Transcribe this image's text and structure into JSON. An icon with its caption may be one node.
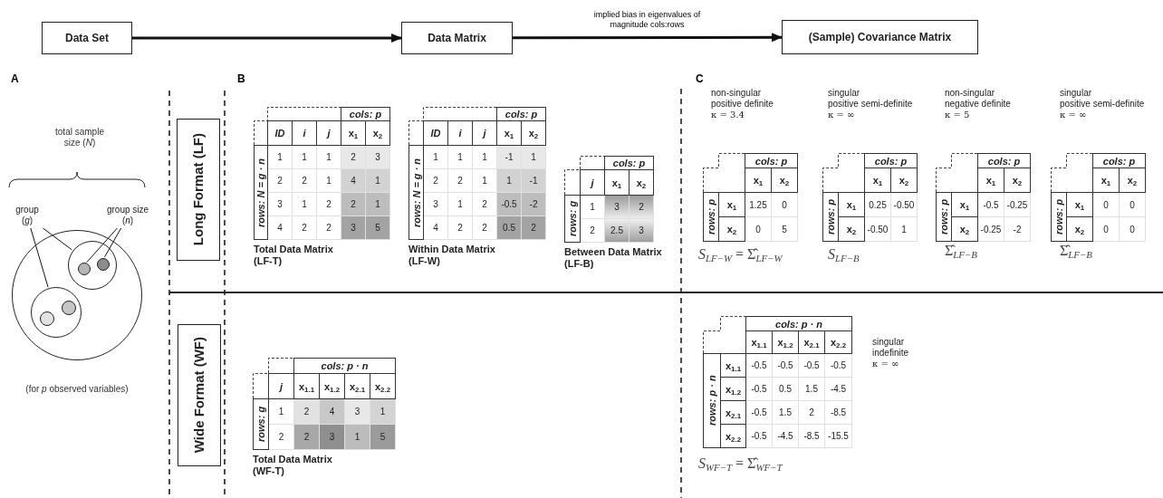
{
  "diagram": {
    "nodes": [
      {
        "text": [
          "Data Set"
        ]
      },
      {
        "text": [
          "Data Matrix"
        ]
      },
      {
        "text": [
          "(Sample) Covariance Matrix"
        ]
      },
      {
        "text": [
          "group (*g*)"
        ]
      },
      {
        "text": [
          "group size (*n*)"
        ]
      },
      {
        "text": [],
        "shape": "circle"
      },
      {
        "text": [],
        "shape": "circle",
        "in": 5
      },
      {
        "text": [],
        "shape": "circle",
        "in": 6
      },
      {
        "text": [],
        "shape": "circle",
        "in": 6
      },
      {
        "text": [],
        "shape": "circle",
        "in": 5
      },
      {
        "text": [],
        "shape": "circle",
        "in": 9
      },
      {
        "text": [],
        "shape": "circle",
        "in": 9
      },
      {
        "text": [
          "Long Format (LF)"
        ]
      },
      {
        "text": [
          "Wide Format (WF)"
        ]
      }
    ],
    "edges": [
      {
        "from": 0,
        "to": 1,
        "arrow": "to",
        "style": "thick"
      },
      {
        "from": 1,
        "to": 2,
        "arrow": "to",
        "style": "thick",
        "label": "implied bias in eigenvalues of magnitude cols:rows"
      },
      {
        "from": 3,
        "to": 6,
        "arrow": "none"
      },
      {
        "from": 3,
        "to": 9,
        "arrow": "none"
      },
      {
        "from": 4,
        "to": 7,
        "arrow": "none"
      },
      {
        "from": 4,
        "to": 8,
        "arrow": "none"
      }
    ],
    "labels": [
      "A",
      "total sample size (*N*)",
      "(for *p* observed variables)",
      "B",
      "cols: p",
      "ID",
      "i",
      "j",
      "x$_{1}$",
      "x$_{2}$",
      "rows: N = g · n",
      "1",
      "1",
      "1",
      "2",
      "3",
      "2",
      "2",
      "1",
      "4",
      "1",
      "3",
      "1",
      "2",
      "2",
      "1",
      "4",
      "2",
      "2",
      "3",
      "5",
      "Total Data Matrix (LF-T)",
      "cols: p",
      "ID",
      "i",
      "j",
      "x$_{1}$",
      "x$_{2}$",
      "rows: N = g · n",
      "1",
      "1",
      "1",
      "-1",
      "1",
      "2",
      "2",
      "1",
      "1",
      "-1",
      "3",
      "1",
      "2",
      "-0.5",
      "-2",
      "4",
      "2",
      "2",
      "0.5",
      "2",
      "Within Data Matrix (LF-W)",
      "cols: p",
      "j",
      "x$_{1}$",
      "x$_{2}$",
      "rows: g",
      "1",
      "3",
      "2",
      "2",
      "2.5",
      "3",
      "Between Data Matrix (LF-B)",
      "C",
      "non-singular",
      "positive definite",
      "κ = 3.4",
      "cols: p",
      "x$_{1}$",
      "x$_{2}$",
      "rows: p",
      "x$_{1}$",
      "1.25",
      "0",
      "x$_{2}$",
      "0",
      "5",
      "*S*$_{LF−W}$ = Σ̂$_{LF−W}$",
      "singular",
      "positive semi-definite",
      "κ = ∞",
      "cols: p",
      "x$_{1}$",
      "x$_{2}$",
      "rows: p",
      "x$_{1}$",
      "0.25",
      "-0.50",
      "x$_{2}$",
      "-0.50",
      "1",
      "*S*$_{LF−B}$",
      "non-singular",
      "negative definite",
      "κ = 5",
      "cols: p",
      "x$_{1}$",
      "x$_{2}$",
      "rows: p",
      "x$_{1}$",
      "-0.5",
      "-0.25",
      "x$_{2}$",
      "-0.25",
      "-2",
      "Σ̂$_{LF−B}$",
      "singular",
      "positive semi-definite",
      "κ = ∞",
      "cols: p",
      "x$_{1}$",
      "x$_{2}$",
      "rows: p",
      "x$_{1}$",
      "0",
      "0",
      "x$_{2}$",
      "0",
      "0",
      "Σ̂$_{LF−B}$",
      "cols: p · n",
      "j",
      "x$_{1.1}$",
      "x$_{1.2}$",
      "x$_{2.1}$",
      "x$_{2.2}$",
      "rows: g",
      "1",
      "2",
      "4",
      "3",
      "1",
      "2",
      "2",
      "3",
      "1",
      "5",
      "Total Data Matrix (WF-T)",
      "cols: p · n",
      "x$_{1.1}$",
      "x$_{1.2}$",
      "x$_{2.1}$",
      "x$_{2.2}$",
      "rows: p · n",
      "x$_{1.1}$",
      "-0.5",
      "-0.5",
      "-0.5",
      "-0.5",
      "x$_{1.2}$",
      "-0.5",
      "0.5",
      "1.5",
      "-4.5",
      "x$_{2.1}$",
      "-0.5",
      "1.5",
      "2",
      "-8.5",
      "x$_{2.2}$",
      "-0.5",
      "-4.5",
      "-8.5",
      "-15.5",
      "singular",
      "indefinite",
      "κ = ∞",
      "*S*$_{WF−T}$ = Σ̂$_{WF−T}$"
    ]
  }
}
